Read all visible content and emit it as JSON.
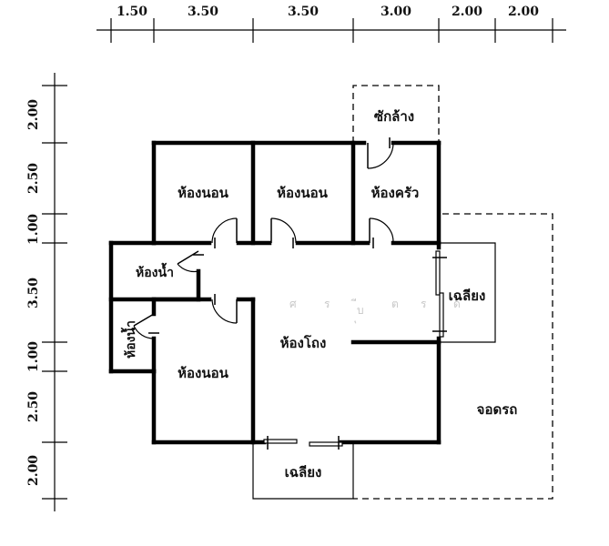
{
  "top_dimensions": [
    "1.50",
    "3.50",
    "3.50",
    "3.00",
    "2.00",
    "2.00"
  ],
  "left_dimensions": [
    "2.00",
    "2.50",
    "1.00",
    "3.50",
    "1.00",
    "2.50",
    "2.00"
  ],
  "rooms": {
    "laundry": "ซักล้าง",
    "bedroom_1": "ห้องนอน",
    "bedroom_2": "ห้องนอน",
    "kitchen": "ห้องครัว",
    "bathroom_1": "ห้องน้ำ",
    "bathroom_2": "ห้องน้ำ",
    "bedroom_3": "ห้องนอน",
    "living_room": "ห้องโถง",
    "porch_side": "เฉลียง",
    "porch_front": "เฉลียง",
    "carport": "จอดรถ"
  },
  "watermark": [
    "ศ",
    "ร",
    "ี",
    "บ",
    "ุ",
    "ต",
    "ร",
    "ด"
  ]
}
